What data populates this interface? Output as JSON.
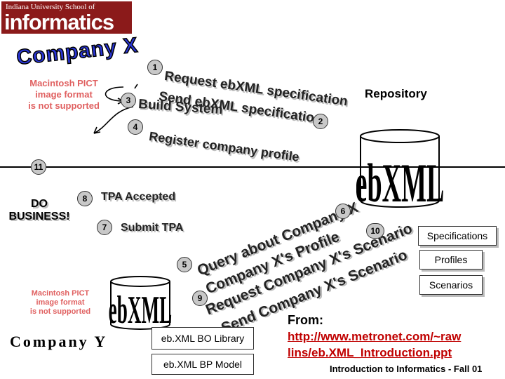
{
  "logo": {
    "line1": "Indiana University School of",
    "line2": "informatics"
  },
  "company_x": {
    "label": "Company X"
  },
  "company_y": {
    "label": "Company Y"
  },
  "pict_placeholder": {
    "lines": [
      "Macintosh PICT",
      "image format",
      "is not supported"
    ]
  },
  "repository": {
    "label": "Repository",
    "logo_text": "ebXML"
  },
  "local_logo_text": "ebXML",
  "do_business": {
    "line1": "DO",
    "line2": "BUSINESS!"
  },
  "steps": {
    "s1": {
      "num": "1",
      "label": "Request ebXML specification"
    },
    "s2": {
      "num": "2",
      "label": "Send ebXML specification"
    },
    "s3": {
      "num": "3",
      "label": "Build System"
    },
    "s4": {
      "num": "4",
      "label": "Register company profile"
    },
    "s5": {
      "num": "5",
      "label": "Query about Company X"
    },
    "s6": {
      "num": "6",
      "label": "Company X's Profile"
    },
    "s7": {
      "num": "7",
      "label": "Submit TPA"
    },
    "s8": {
      "num": "8",
      "label": "TPA Accepted"
    },
    "s9": {
      "num": "9",
      "label": "Request Company X's Scenario"
    },
    "s10": {
      "num": "10",
      "label": "Send Company X's Scenario"
    },
    "s11": {
      "num": "11"
    }
  },
  "repo_boxes": {
    "specifications": "Specifications",
    "profiles": "Profiles",
    "scenarios": "Scenarios"
  },
  "library_boxes": {
    "bo": "eb.XML BO Library",
    "bp": "eb.XML BP Model"
  },
  "source": {
    "from": "From:",
    "url_line1": "http://www.metronet.com/~raw",
    "url_line2": "lins/eb.XML_Introduction.ppt"
  },
  "footer": "Introduction to Informatics - Fall 01",
  "colors": {
    "logo_bg": "#8b1a1a",
    "company_x": "#2a36d8",
    "pict_text": "#e06060",
    "url": "#c00000"
  }
}
